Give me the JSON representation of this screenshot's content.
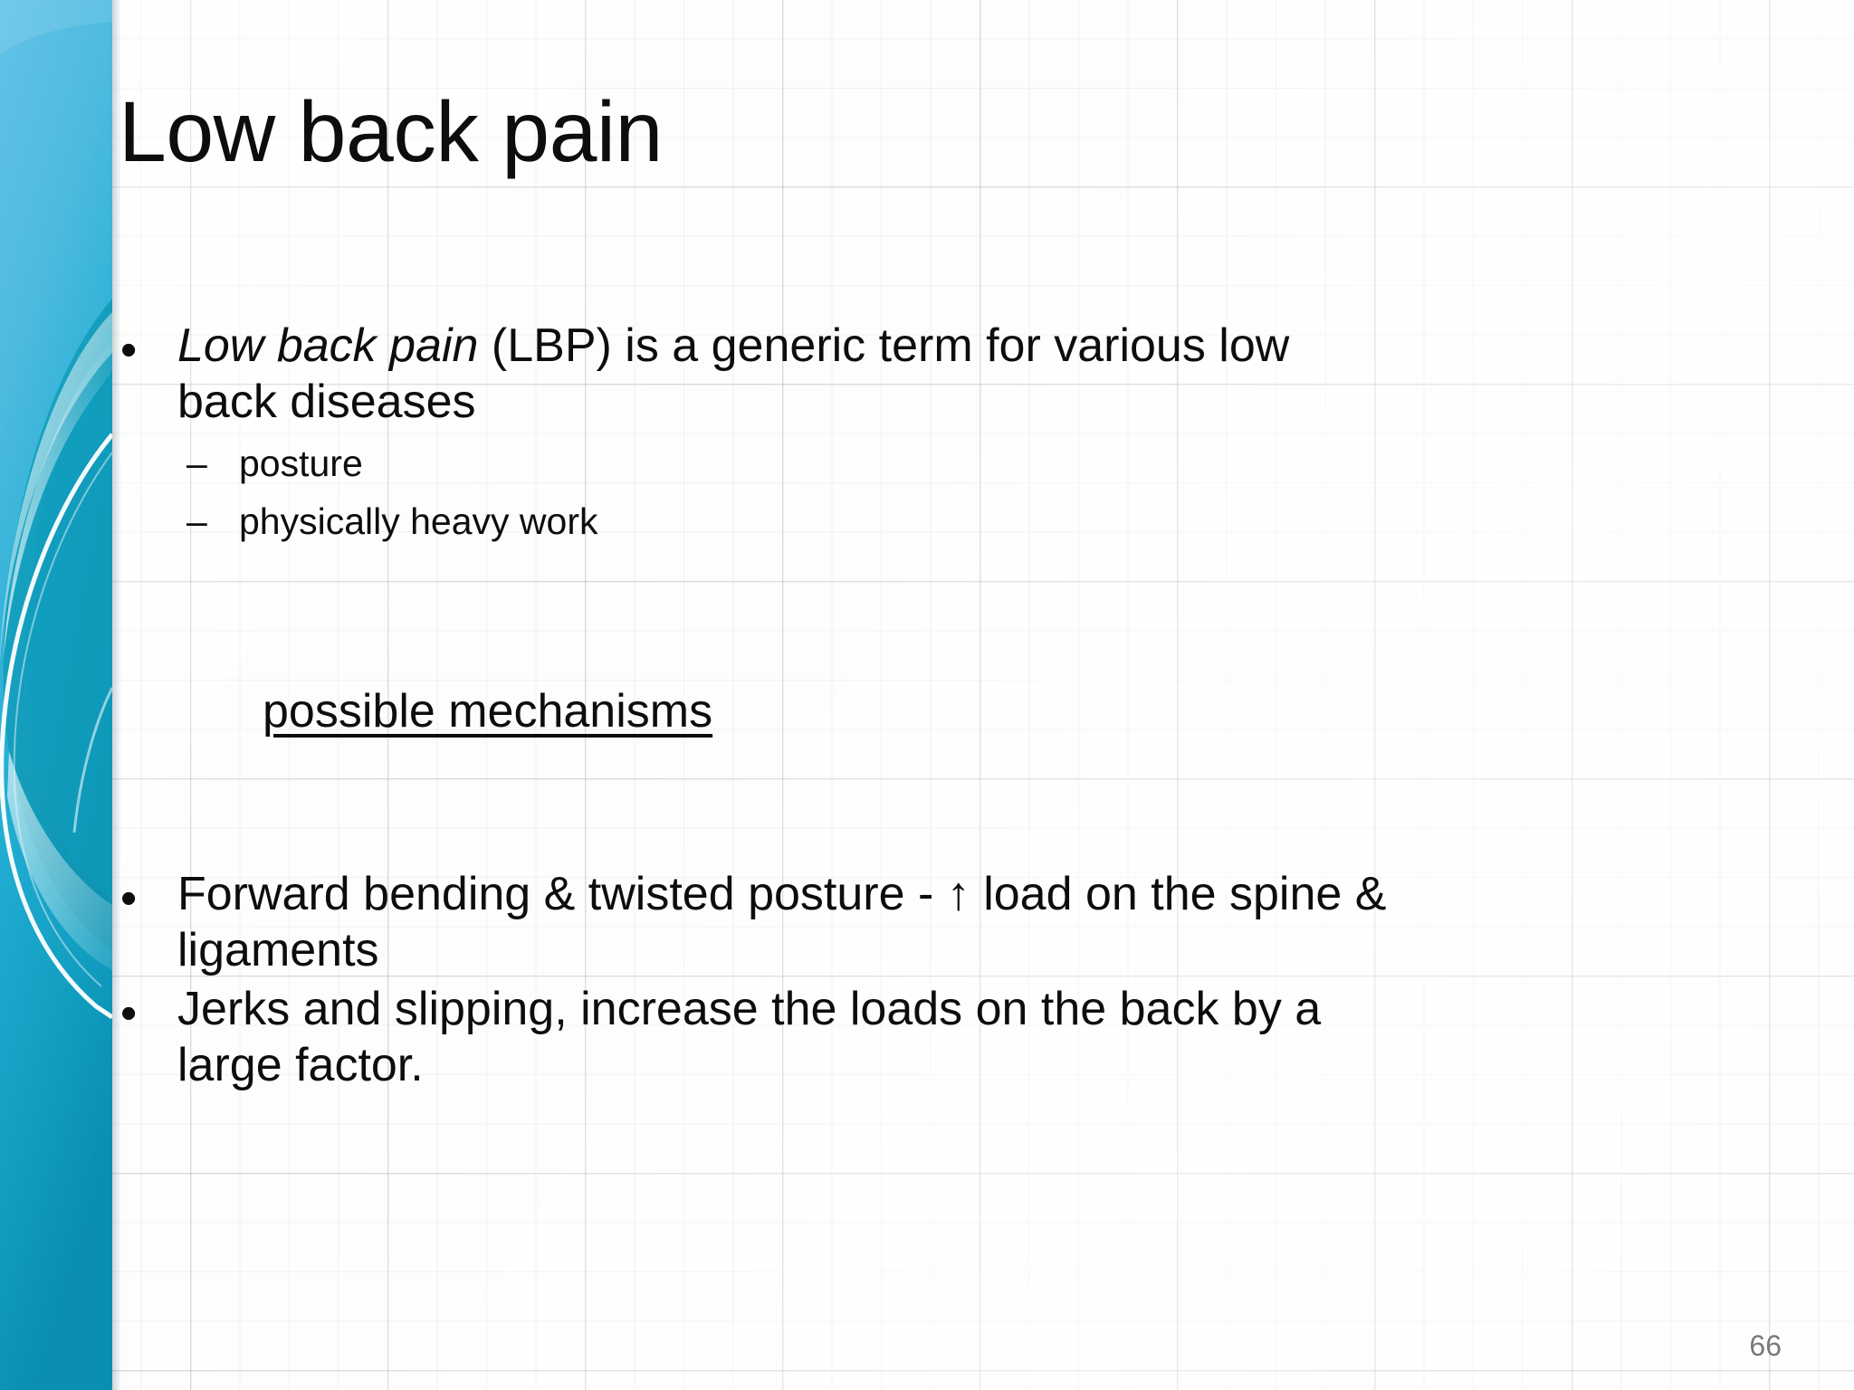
{
  "slide": {
    "title": "Low back pain",
    "page_number": "66",
    "accent_color": "#31b0d5",
    "accent_color_deep": "#0d97bd",
    "text_color": "#0d0d0d",
    "page_number_color": "#7a7a7a"
  },
  "bullet_marker": "•",
  "dash_marker": "–",
  "body": {
    "bullet1": {
      "emphasis": "Low back pain",
      "rest": " (LBP) is a generic term for various low back diseases",
      "sub_items": [
        "posture",
        "physically heavy work"
      ]
    },
    "mechanisms_heading": "possible mechanisms",
    "bullet2": "Forward bending & twisted posture -  ↑   load on the spine & ligaments",
    "bullet3": "Jerks and slipping, increase the loads on the back by a large factor."
  }
}
